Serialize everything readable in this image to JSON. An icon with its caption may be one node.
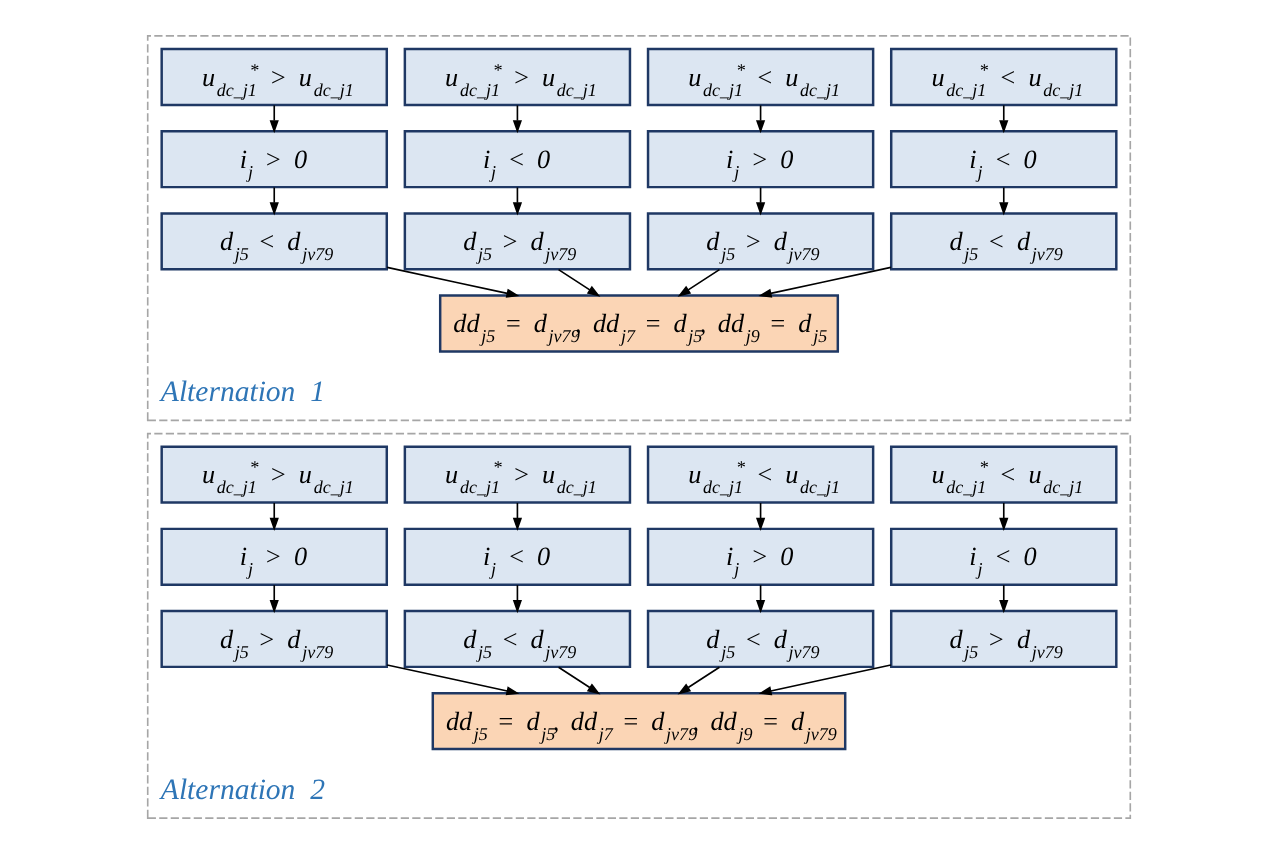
{
  "diagram": {
    "nodes": [
      {
        "text": [
          "Alternation 1"
        ]
      },
      {
        "text": [
          "u$_{dc_j1}$$^{*}$ > u$_{dc_j1}$"
        ],
        "in": 0
      },
      {
        "text": [
          "u$_{dc_j1}$$^{*}$ > u$_{dc_j1}$"
        ],
        "in": 0
      },
      {
        "text": [
          "u$_{dc_j1}$$^{*}$ < u$_{dc_j1}$"
        ],
        "in": 0
      },
      {
        "text": [
          "u$_{dc_j1}$$^{*}$ < u$_{dc_j1}$"
        ],
        "in": 0
      },
      {
        "text": [
          "i$_{j}$ > 0"
        ],
        "in": 0
      },
      {
        "text": [
          "i$_{j}$ < 0"
        ],
        "in": 0
      },
      {
        "text": [
          "i$_{j}$ > 0"
        ],
        "in": 0
      },
      {
        "text": [
          "i$_{j}$ < 0"
        ],
        "in": 0
      },
      {
        "text": [
          "d$_{j5}$ < d$_{jv79}$"
        ],
        "in": 0
      },
      {
        "text": [
          "d$_{j5}$ > d$_{jv79}$"
        ],
        "in": 0
      },
      {
        "text": [
          "d$_{j5}$ > d$_{jv79}$"
        ],
        "in": 0
      },
      {
        "text": [
          "d$_{j5}$ < d$_{jv79}$"
        ],
        "in": 0
      },
      {
        "text": [
          "dd$_{j5}$ = d$_{jv79}$, dd$_{j7}$ = d$_{j5}$, dd$_{j9}$ = d$_{j5}$"
        ],
        "in": 0
      },
      {
        "text": [
          "Alternation 2"
        ]
      },
      {
        "text": [
          "u$_{dc_j1}$$^{*}$ > u$_{dc_j1}$"
        ],
        "in": 14
      },
      {
        "text": [
          "u$_{dc_j1}$$^{*}$ > u$_{dc_j1}$"
        ],
        "in": 14
      },
      {
        "text": [
          "u$_{dc_j1}$$^{*}$ < u$_{dc_j1}$"
        ],
        "in": 14
      },
      {
        "text": [
          "u$_{dc_j1}$$^{*}$ < u$_{dc_j1}$"
        ],
        "in": 14
      },
      {
        "text": [
          "i$_{j}$ > 0"
        ],
        "in": 14
      },
      {
        "text": [
          "i$_{j}$ < 0"
        ],
        "in": 14
      },
      {
        "text": [
          "i$_{j}$ > 0"
        ],
        "in": 14
      },
      {
        "text": [
          "i$_{j}$ < 0"
        ],
        "in": 14
      },
      {
        "text": [
          "d$_{j5}$ > d$_{jv79}$"
        ],
        "in": 14
      },
      {
        "text": [
          "d$_{j5}$ < d$_{jv79}$"
        ],
        "in": 14
      },
      {
        "text": [
          "d$_{j5}$ < d$_{jv79}$"
        ],
        "in": 14
      },
      {
        "text": [
          "d$_{j5}$ > d$_{jv79}$"
        ],
        "in": 14
      },
      {
        "text": [
          "dd$_{j5}$ = d$_{j5}$, dd$_{j7}$ = d$_{jv79}$, dd$_{j9}$ = d$_{jv79}$"
        ],
        "in": 14
      }
    ],
    "edges": [
      {
        "from": 1,
        "to": 5,
        "arrow": "to"
      },
      {
        "from": 5,
        "to": 9,
        "arrow": "to"
      },
      {
        "from": 9,
        "to": 13,
        "arrow": "to"
      },
      {
        "from": 2,
        "to": 6,
        "arrow": "to"
      },
      {
        "from": 6,
        "to": 10,
        "arrow": "to"
      },
      {
        "from": 10,
        "to": 13,
        "arrow": "to"
      },
      {
        "from": 3,
        "to": 7,
        "arrow": "to"
      },
      {
        "from": 7,
        "to": 11,
        "arrow": "to"
      },
      {
        "from": 11,
        "to": 13,
        "arrow": "to"
      },
      {
        "from": 4,
        "to": 8,
        "arrow": "to"
      },
      {
        "from": 8,
        "to": 12,
        "arrow": "to"
      },
      {
        "from": 12,
        "to": 13,
        "arrow": "to"
      },
      {
        "from": 15,
        "to": 19,
        "arrow": "to"
      },
      {
        "from": 19,
        "to": 23,
        "arrow": "to"
      },
      {
        "from": 23,
        "to": 27,
        "arrow": "to"
      },
      {
        "from": 16,
        "to": 20,
        "arrow": "to"
      },
      {
        "from": 20,
        "to": 24,
        "arrow": "to"
      },
      {
        "from": 24,
        "to": 27,
        "arrow": "to"
      },
      {
        "from": 17,
        "to": 21,
        "arrow": "to"
      },
      {
        "from": 21,
        "to": 25,
        "arrow": "to"
      },
      {
        "from": 25,
        "to": 27,
        "arrow": "to"
      },
      {
        "from": 18,
        "to": 22,
        "arrow": "to"
      },
      {
        "from": 22,
        "to": 26,
        "arrow": "to"
      },
      {
        "from": 26,
        "to": 27,
        "arrow": "to"
      }
    ]
  }
}
